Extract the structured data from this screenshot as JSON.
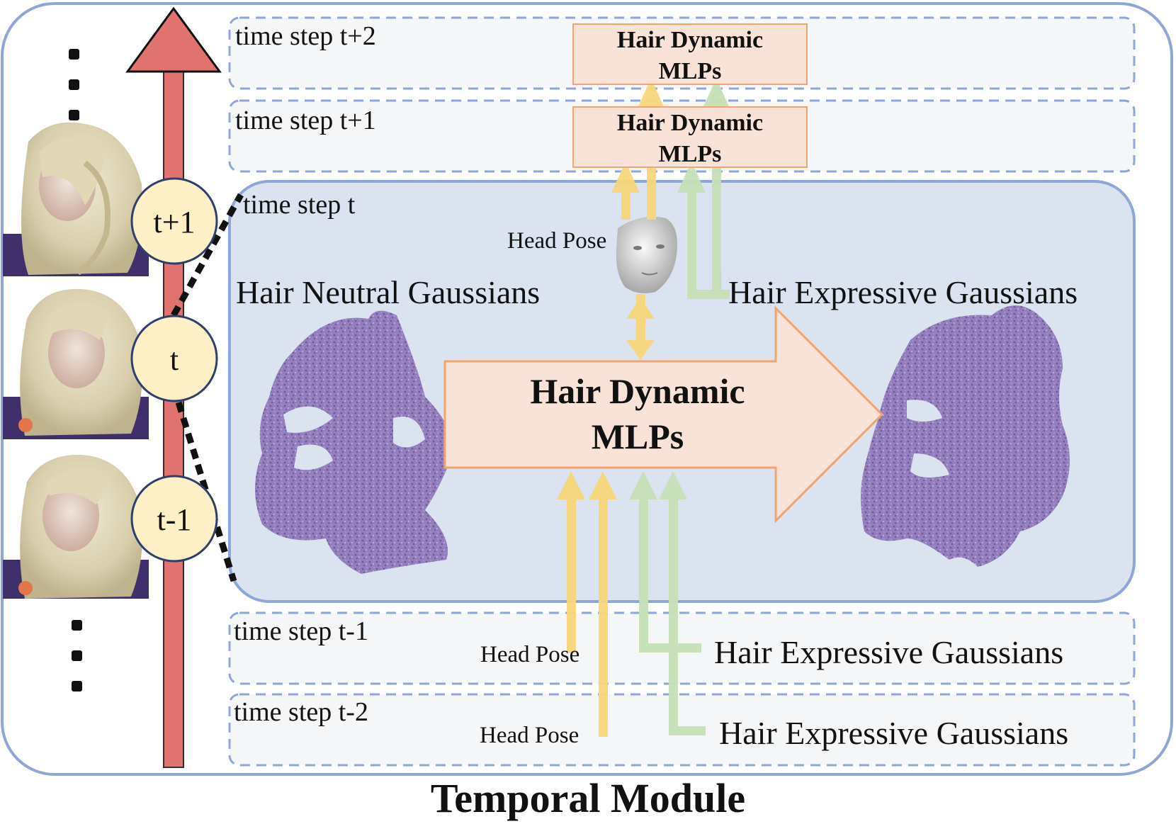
{
  "title": "Temporal Module",
  "steps": {
    "t_plus_2": "time step t+2",
    "t_plus_1": "time step t+1",
    "t": "time step t",
    "t_minus_1": "time step t-1",
    "t_minus_2": "time step t-2"
  },
  "timeline": {
    "labels": [
      "t+1",
      "t",
      "t-1"
    ]
  },
  "mlp": {
    "small_line1": "Hair Dynamic",
    "small_line2": "MLPs",
    "center_line1": "Hair Dynamic",
    "center_line2": "MLPs"
  },
  "inputs": {
    "neutral": "Hair Neutral Gaussians",
    "expressive": "Hair Expressive Gaussians",
    "head_pose": "Head Pose"
  },
  "colors": {
    "frame": "#8ea6d8",
    "inner_panel": "#dbe3f1",
    "step_box": "#f4f6f8",
    "timeline_arrow": "#e07370",
    "mlp_fill": "#f9e3d8",
    "mlp_border": "#f2a46f",
    "pose_arrow": "#f8d77c",
    "expr_arrow": "#c7e0b8",
    "circle_fill": "#fdefc6",
    "circle_border": "#2e3f6b",
    "gaussians": "#7a5aa8"
  }
}
